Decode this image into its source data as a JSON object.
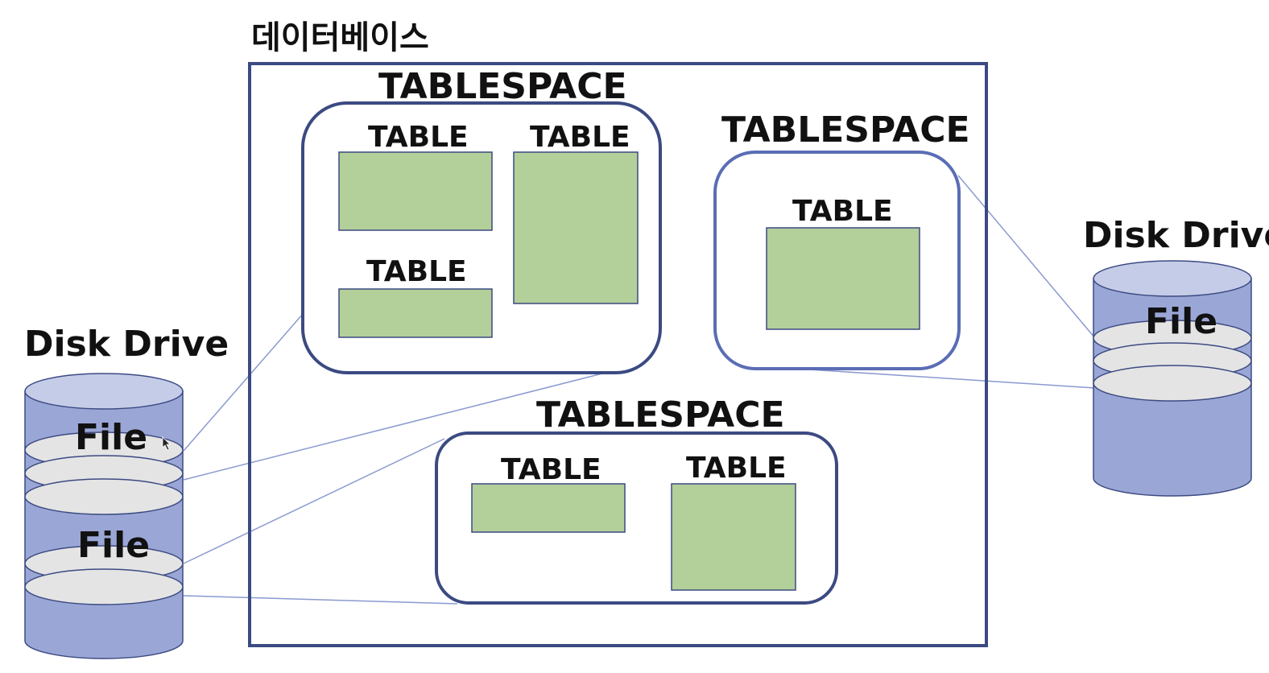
{
  "database": {
    "label": "데이터베이스"
  },
  "tablespaces": [
    {
      "label": "TABLESPACE",
      "tables": [
        "TABLE",
        "TABLE",
        "TABLE"
      ]
    },
    {
      "label": "TABLESPACE",
      "tables": [
        "TABLE"
      ]
    },
    {
      "label": "TABLESPACE",
      "tables": [
        "TABLE",
        "TABLE"
      ]
    }
  ],
  "disk_left": {
    "label": "Disk Drive",
    "files": [
      "File",
      "File"
    ]
  },
  "disk_right": {
    "label": "Disk Drive",
    "files": [
      "File"
    ]
  },
  "colors": {
    "border": "#3c4a82",
    "tablespace2_border": "#5a6db5",
    "table_fill": "#b3cf9a",
    "table_border": "#3c4a82",
    "cylinder_body": "#9aa7d6",
    "cylinder_top": "#c4cce8",
    "platter": "#e4e4e4",
    "connector": "#8a9ad0"
  }
}
